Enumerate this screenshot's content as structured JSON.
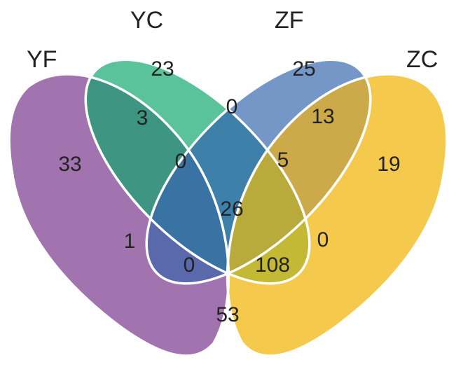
{
  "sets": [
    {
      "id": "YF",
      "name": "YF",
      "color": "#9B65A8"
    },
    {
      "id": "YC",
      "name": "YC",
      "color": "#4DBF91"
    },
    {
      "id": "ZF",
      "name": "ZF",
      "color": "#6C91C9"
    },
    {
      "id": "ZC",
      "name": "ZC",
      "color": "#F5C843"
    }
  ],
  "regions": [
    {
      "sets": [
        "YF"
      ],
      "count": "33"
    },
    {
      "sets": [
        "YC"
      ],
      "count": "23"
    },
    {
      "sets": [
        "ZF"
      ],
      "count": "25"
    },
    {
      "sets": [
        "ZC"
      ],
      "count": "19"
    },
    {
      "sets": [
        "YF",
        "YC"
      ],
      "count": "3"
    },
    {
      "sets": [
        "YC",
        "ZF"
      ],
      "count": "0"
    },
    {
      "sets": [
        "ZF",
        "ZC"
      ],
      "count": "13"
    },
    {
      "sets": [
        "YF",
        "YC",
        "ZF"
      ],
      "count": "0"
    },
    {
      "sets": [
        "YC",
        "ZF",
        "ZC"
      ],
      "count": "5"
    },
    {
      "sets": [
        "YF",
        "ZF"
      ],
      "count": "1"
    },
    {
      "sets": [
        "YF",
        "YC",
        "ZF",
        "ZC"
      ],
      "count": "26"
    },
    {
      "sets": [
        "YC",
        "ZC"
      ],
      "count": "0"
    },
    {
      "sets": [
        "YF",
        "ZF",
        "ZC"
      ],
      "count": "0"
    },
    {
      "sets": [
        "YF",
        "YC",
        "ZC"
      ],
      "count": "108"
    },
    {
      "sets": [
        "YF",
        "ZC"
      ],
      "count": "53"
    }
  ],
  "colors": {
    "region_fills": {
      "YF": "#A274AF",
      "YC": "#5BC39B",
      "ZF": "#7497C7",
      "ZC": "#F5C94B",
      "YF-YC": "#3E9682",
      "YC-ZF": "#3D80AA",
      "ZF-ZC": "#CDAA49",
      "YF-YC-ZF": "#3873A4",
      "YC-ZF-ZC": "#B9AA3C",
      "YF-ZF": "#5A68AC",
      "YF-YC-ZF-ZC": "#B8A23A",
      "YC-ZC": "#C3B934",
      "YF-ZF-ZC": "#BB9E44",
      "YF-YC-ZC": "#BAA237",
      "YF-ZC": "#DAA33A"
    }
  }
}
